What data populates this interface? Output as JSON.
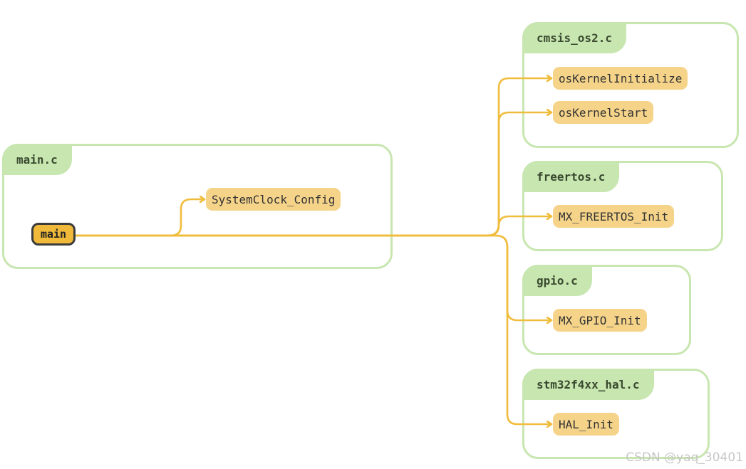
{
  "groups": {
    "main_c": {
      "title": "main.c"
    },
    "cmsis_os2_c": {
      "title": "cmsis_os2.c"
    },
    "freertos_c": {
      "title": "freertos.c"
    },
    "gpio_c": {
      "title": "gpio.c"
    },
    "stm32f4xx_hal_c": {
      "title": "stm32f4xx_hal.c"
    }
  },
  "nodes": {
    "main": "main",
    "system_clock_config": "SystemClock_Config",
    "os_kernel_initialize": "osKernelInitialize",
    "os_kernel_start": "osKernelStart",
    "mx_freertos_init": "MX_FREERTOS_Init",
    "mx_gpio_init": "MX_GPIO_Init",
    "hal_init": "HAL_Init"
  },
  "edges": [
    {
      "from": "main",
      "to": "system_clock_config"
    },
    {
      "from": "main",
      "to": "os_kernel_initialize"
    },
    {
      "from": "main",
      "to": "os_kernel_start"
    },
    {
      "from": "main",
      "to": "mx_freertos_init"
    },
    {
      "from": "main",
      "to": "mx_gpio_init"
    },
    {
      "from": "main",
      "to": "hal_init"
    }
  ],
  "colors": {
    "group_border": "#c8e6b0",
    "node_fill": "#f5d48a",
    "main_fill": "#f0b93a",
    "edge": "#f0bc3c"
  },
  "watermark": "CSDN @yaq_30401"
}
